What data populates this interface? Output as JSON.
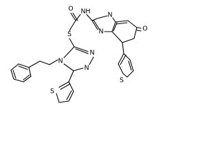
{
  "figure": {
    "type": "chemical-structure",
    "background_color": "#ffffff",
    "line_color": "#000000"
  },
  "atom_labels": [
    {
      "id": "amide-oxygen",
      "text": "O"
    },
    {
      "id": "amide-nitrogen",
      "text": "N"
    },
    {
      "id": "amide-hydrogen",
      "text": "H"
    },
    {
      "id": "thioether-sulfur",
      "text": "S"
    },
    {
      "id": "pyrimidine-n-top",
      "text": "N"
    },
    {
      "id": "pyrimidine-n-bottom",
      "text": "N"
    },
    {
      "id": "ketone-oxygen",
      "text": "O"
    },
    {
      "id": "triazole-n1",
      "text": "N"
    },
    {
      "id": "triazole-n2",
      "text": "N"
    },
    {
      "id": "triazole-n4",
      "text": "N"
    },
    {
      "id": "thiophene-sulfur-left",
      "text": "S"
    },
    {
      "id": "thiophene-sulfur-right",
      "text": "S"
    }
  ]
}
